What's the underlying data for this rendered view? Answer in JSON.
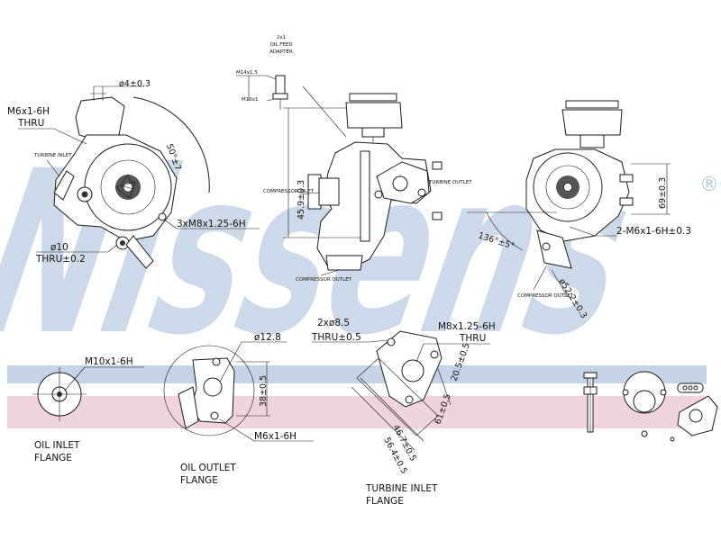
{
  "brand": {
    "watermark": "Nissens",
    "registered_mark": "®",
    "colors": {
      "watermark_blue": "#c5d3e6",
      "watermark_pink": "#f1d3dc",
      "line": "#1a1a1a"
    }
  },
  "views": {
    "left": {
      "dim_top": "ø4±0.3",
      "thread_top": "M6x1-6H",
      "thread_top_note": "THRU",
      "turbine_inlet_note": "TURBINE INLET",
      "angle": "50°±7",
      "three_threads": "3xM8x1.25-6H",
      "dia10": "ø10",
      "dia10_note": "THRU±0.2"
    },
    "center": {
      "adapter_title_1": "2x1",
      "adapter_title_2": "OIL FEED",
      "adapter_title_3": "ADAPTER",
      "thread_a": "M14x1.5",
      "thread_b": "M10x1",
      "height_dim": "45.9±0.3",
      "compressor_inlet": "COMPRESSOR INLET",
      "turbine_outlet": "TURBINE OUTLET",
      "compressor_outlet": "COMPRESSOR OUTLET"
    },
    "right": {
      "height_dim": "69±0.3",
      "angle": "136°±5°",
      "thread": "2-M6x1-6H±0.3",
      "compressor_outlet": "COMPRESSOR OUTLET",
      "dia": "ø52.2±0.3"
    }
  },
  "flanges": {
    "oil_inlet": {
      "thread": "M10x1-6H",
      "title_1": "OIL INLET",
      "title_2": "FLANGE"
    },
    "oil_outlet": {
      "dia": "ø12.8",
      "dim": "38±0.5",
      "thread": "M6x1-6H",
      "title_1": "OIL OUTLET",
      "title_2": "FLANGE"
    },
    "turbine_inlet": {
      "holes": "2xø8.5",
      "holes_note": "THRU±0.5",
      "thread": "M8x1.25-6H",
      "thread_note": "THRU",
      "dim_a": "20.5±0.5",
      "dim_b": "61±0.5",
      "dim_c": "46.7±0.5",
      "dim_d": "56.4±0.5",
      "title_1": "TURBINE INLET",
      "title_2": "FLANGE"
    }
  }
}
